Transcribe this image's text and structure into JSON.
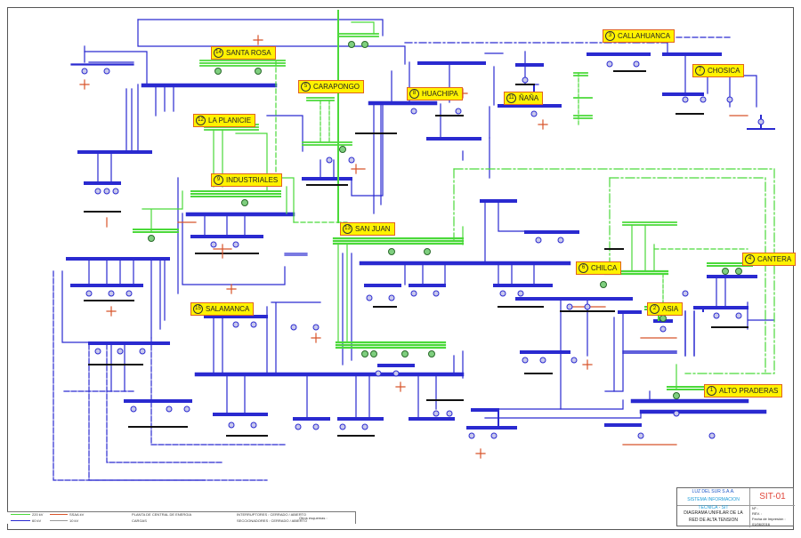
{
  "diagram": {
    "title": "Diagrama Unifilar de la Red de Alta Tension",
    "colors": {
      "hv_line": "#2a2ad0",
      "green_line": "#4bd93a",
      "load": "#d8542a",
      "label_bg": "#fff200",
      "label_border": "#e0641e",
      "black_bus": "#111111"
    },
    "stations": [
      {
        "num": "14",
        "name": "SANTA ROSA"
      },
      {
        "num": "5",
        "name": "CARAPONGO"
      },
      {
        "num": "8",
        "name": "HUACHIPA"
      },
      {
        "num": "3",
        "name": "CALLAHUANCA"
      },
      {
        "num": "11",
        "name": "ÑAÑA"
      },
      {
        "num": "7",
        "name": "CHOSICA"
      },
      {
        "num": "12",
        "name": "LA PLANICIE"
      },
      {
        "num": "9",
        "name": "INDUSTRIALES"
      },
      {
        "num": "13",
        "name": "SAN JUAN"
      },
      {
        "num": "6",
        "name": "CHILCA"
      },
      {
        "num": "4",
        "name": "CANTERA"
      },
      {
        "num": "2",
        "name": "ASIA"
      },
      {
        "num": "15",
        "name": "SALAMANCA"
      },
      {
        "num": "1",
        "name": "ALTO PRADERAS"
      }
    ]
  },
  "title_block": {
    "company": "LUZ DEL SUR S.A.A.",
    "department": "SISTEMA INFORMACION TECNICA - SIT",
    "drawing_code": "SIT-01",
    "description_line1": "DIAGRAMA UNIFILAR DE LA",
    "description_line2": "RED DE ALTA TENSION",
    "meta": [
      "Nº :",
      "REV. :",
      "Fecha de Impresión : 01/06/2016"
    ]
  },
  "legend": {
    "items": [
      "220 kV",
      "60 kV",
      "SSAA kV",
      "10 kV",
      "PLANTA DE CENTRAL DE ENERGIA",
      "CARGAS",
      "INTERRUPTORES : CERRADO / ABIERTO",
      "SECCIONADORES : CERRADO / ABIERTO",
      "Otros esquemas :"
    ]
  }
}
